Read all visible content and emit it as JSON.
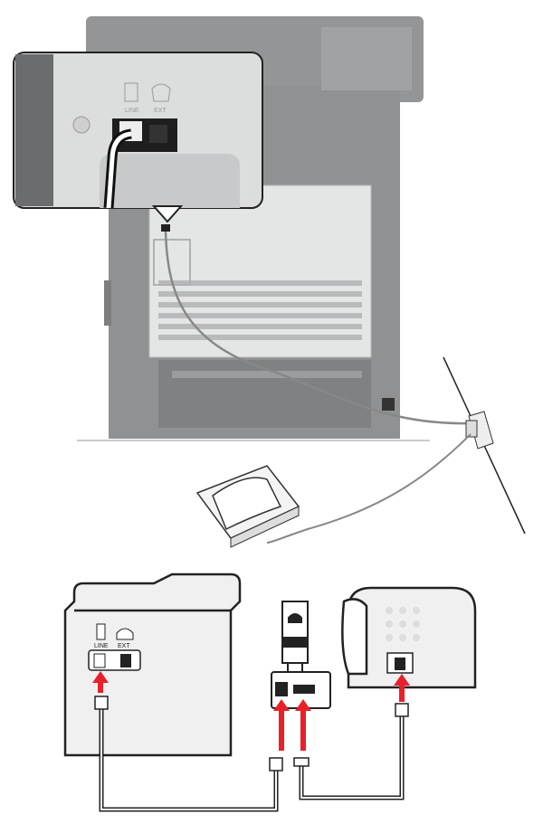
{
  "inset": {
    "line_label": "LINE",
    "ext_label": "EXT"
  },
  "schematic": {
    "line_label": "LINE",
    "ext_label": "EXT"
  },
  "colors": {
    "printer_body": "#8f9193",
    "panel": "#e4e5e5",
    "arrow": "#e8202a",
    "outline": "#222222"
  }
}
